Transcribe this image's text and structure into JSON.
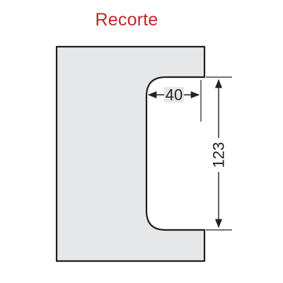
{
  "title": "Recorte",
  "dimensions": {
    "width": "40",
    "height": "123"
  },
  "colors": {
    "title": "#c0262d",
    "panel_fill": "#e6e7e9",
    "outline": "#1f1f1f"
  }
}
